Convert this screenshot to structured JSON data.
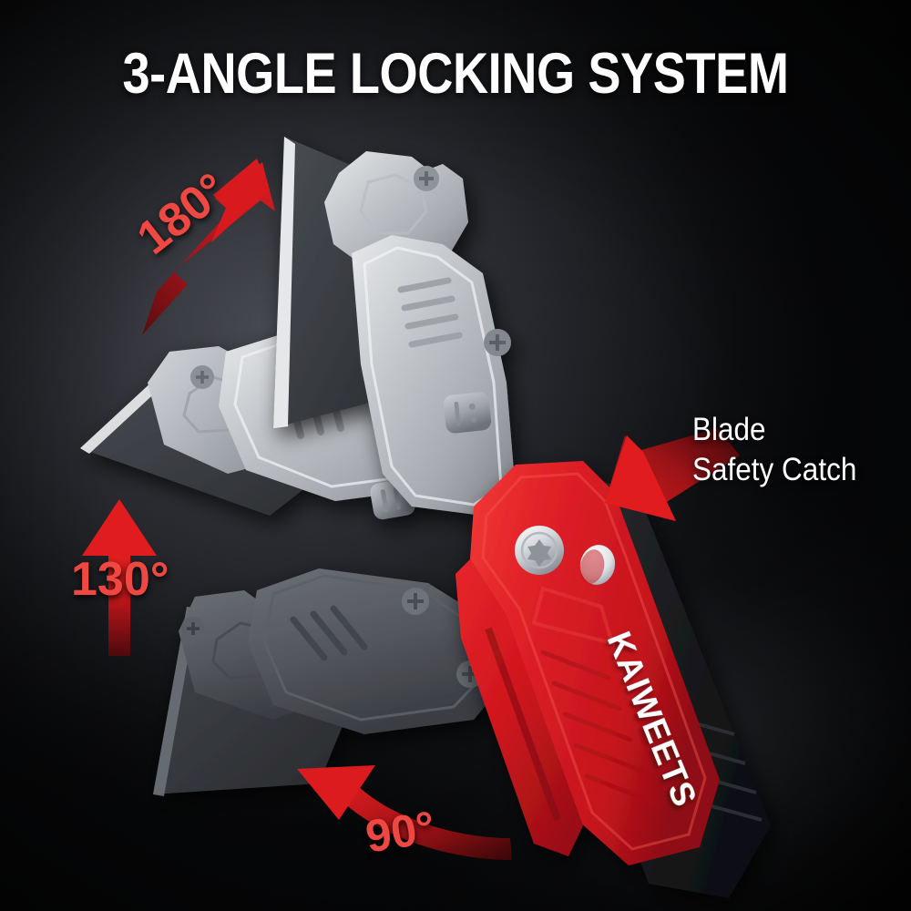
{
  "background": {
    "base_color": "#121316",
    "glow_color": "#474a50",
    "style": "dark textured radial gradient"
  },
  "header": {
    "title": "3-ANGLE LOCKING SYSTEM",
    "title_color": "#ffffff"
  },
  "accent": {
    "red": "#d8201f",
    "red_bright": "#ef4742",
    "red_dark": "#6e0f10",
    "handle_red": "#d81f26",
    "metal_light": "#d9dbde",
    "metal_mid": "#9da1a7",
    "metal_dark": "#4c5055",
    "blade_dark": "#3a3d42"
  },
  "annotations": {
    "angles": [
      {
        "id": "angle-180",
        "label": "180°",
        "arrow": "arrow-up-right",
        "color": "#ef4742"
      },
      {
        "id": "angle-130",
        "label": "130°",
        "arrow": "arrow-up",
        "color": "#ef4742"
      },
      {
        "id": "angle-90",
        "label": "90°",
        "arrow": "arrow-curved-up-left",
        "color": "#ef4742"
      }
    ],
    "callout": {
      "line1": "Blade",
      "line2": "Safety Catch",
      "arrow": "arrow-down-left",
      "color": "#ffffff"
    }
  },
  "product": {
    "brand": "KAIWEETS",
    "brand_color": "#ffffff",
    "type": "folding utility knife",
    "handle_color": "#d81f26",
    "grip_color": "#1c1d20",
    "blade_positions": [
      "180°",
      "130°",
      "90°"
    ],
    "hardware": [
      "torx-pivot-screw",
      "release-pin",
      "phillips-screw"
    ]
  }
}
